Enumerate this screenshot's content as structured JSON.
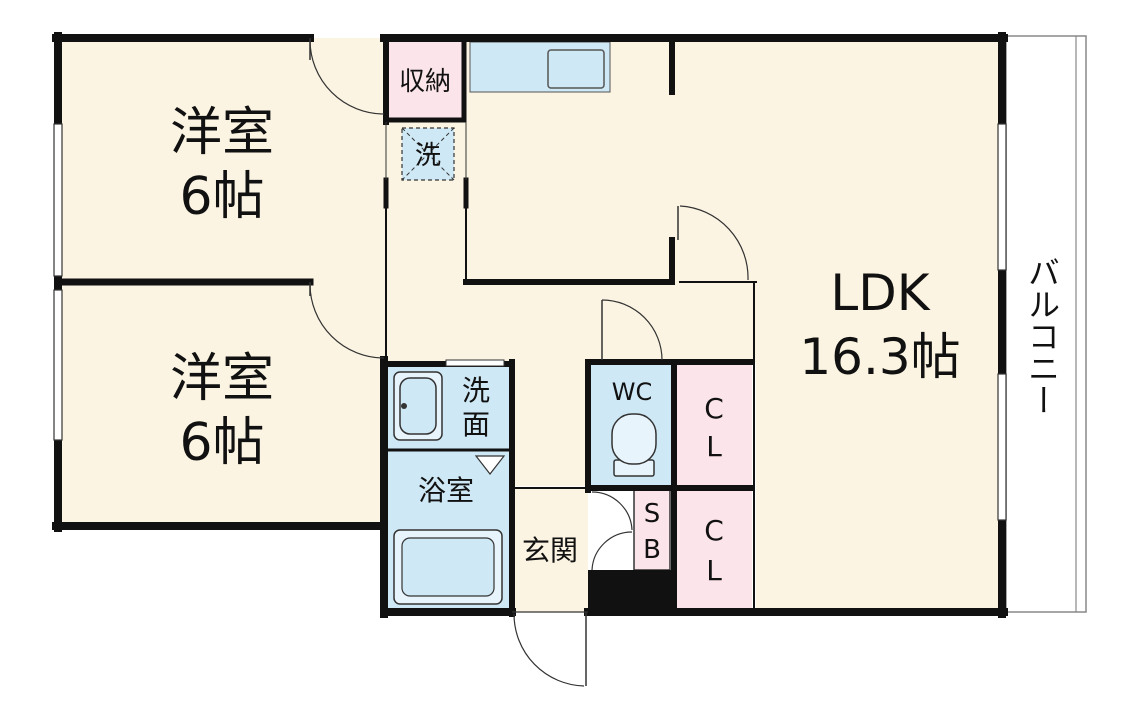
{
  "rooms": {
    "western_room_1": {
      "name": "洋室",
      "size": "6帖"
    },
    "western_room_2": {
      "name": "洋室",
      "size": "6帖"
    },
    "ldk": {
      "name": "LDK",
      "size": "16.3帖"
    },
    "storage": "収納",
    "washer": "洗",
    "washroom": {
      "line1": "洗",
      "line2": "面"
    },
    "bathroom": "浴室",
    "entrance": "玄関",
    "wc": "WC",
    "shoebox": {
      "line1": "S",
      "line2": "B"
    },
    "closet_1": {
      "line1": "C",
      "line2": "L"
    },
    "closet_2": {
      "line1": "C",
      "line2": "L"
    },
    "balcony": "バルコニー"
  },
  "colors": {
    "room_floor": "#fbf4e2",
    "wet_area": "#cfe8f5",
    "closet": "#fbe4ea",
    "wall": "#111111"
  }
}
